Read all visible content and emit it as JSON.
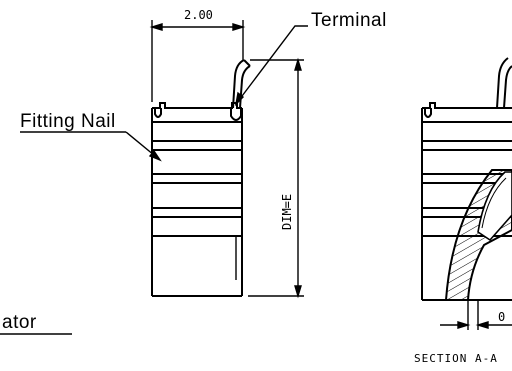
{
  "labels": {
    "width_dim": "2.00",
    "terminal": "Terminal",
    "fitting_nail": "Fitting  Nail",
    "dim_e": "DIM=E",
    "ator": "ator",
    "dim_right": "0",
    "section": "SECTION  A-A"
  },
  "colors": {
    "line": "#000000",
    "background": "#ffffff"
  }
}
